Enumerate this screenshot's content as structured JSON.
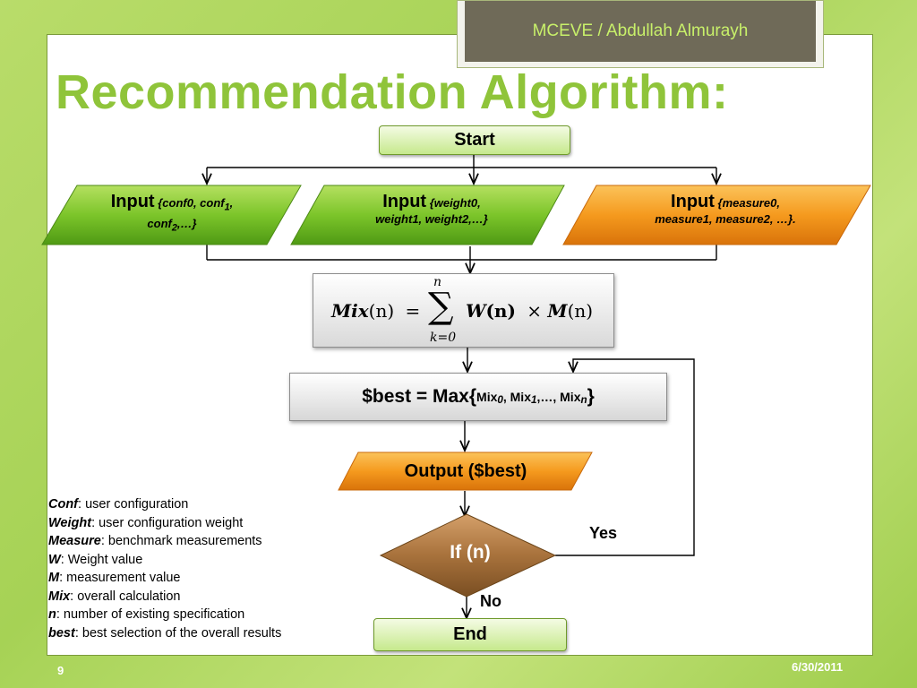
{
  "header": {
    "author": "MCEVE / Abdullah Almurayh",
    "title": "Recommendation Algorithm:"
  },
  "flow": {
    "start": "Start",
    "inputs": [
      {
        "word": "Input",
        "args_a": "{conf0, conf",
        "sub_a": "1",
        "args_b": ",",
        "args_c": "conf",
        "sub_c": "2",
        "args_d": ",…}"
      },
      {
        "word": "Input",
        "args_line1": "{weight0,",
        "args_line2": "weight1, weight2,…}"
      },
      {
        "word": "Input",
        "args_line1": "{measure0,",
        "args_line2": "measure1, measure2, …}."
      }
    ],
    "formula": {
      "lhs_name": "Mix",
      "lhs_arg": "(n)",
      "equals": "=",
      "sum_top": "n",
      "sum_symbol": "∑",
      "sum_bottom": "k=0",
      "w": "W",
      "w_arg": "(n)",
      "times": "×",
      "m": "M",
      "m_arg": "(n)"
    },
    "best": {
      "prefix": "$best = Max{",
      "mix0": "Mix",
      "sub0": "0",
      "mix1": ", Mix",
      "sub1": "1",
      "mixn": ",…, Mix",
      "subn": "n",
      "suffix": "}"
    },
    "output": "Output ($best)",
    "decision": "If (n)",
    "yes": "Yes",
    "no": "No",
    "end": "End"
  },
  "legend": [
    {
      "term": "Conf",
      "desc": ": user configuration"
    },
    {
      "term": "Weight",
      "desc": ": user configuration weight"
    },
    {
      "term": "Measure",
      "desc": ": benchmark measurements"
    },
    {
      "term": "W",
      "desc": ": Weight value"
    },
    {
      "term": "M",
      "desc": ": measurement value"
    },
    {
      "term": "Mix",
      "desc": ": overall calculation"
    },
    {
      "term": "n",
      "desc": ": number of existing specification"
    },
    {
      "term": "best",
      "desc": ": best selection of the overall results"
    }
  ],
  "footer": {
    "page": "9",
    "date": "6/30/2011"
  },
  "colors": {
    "accent_green": "#8fc43a",
    "input_green": "#7cc52a",
    "input_orange": "#f59a1e",
    "decision_brown": "#a8723c"
  }
}
